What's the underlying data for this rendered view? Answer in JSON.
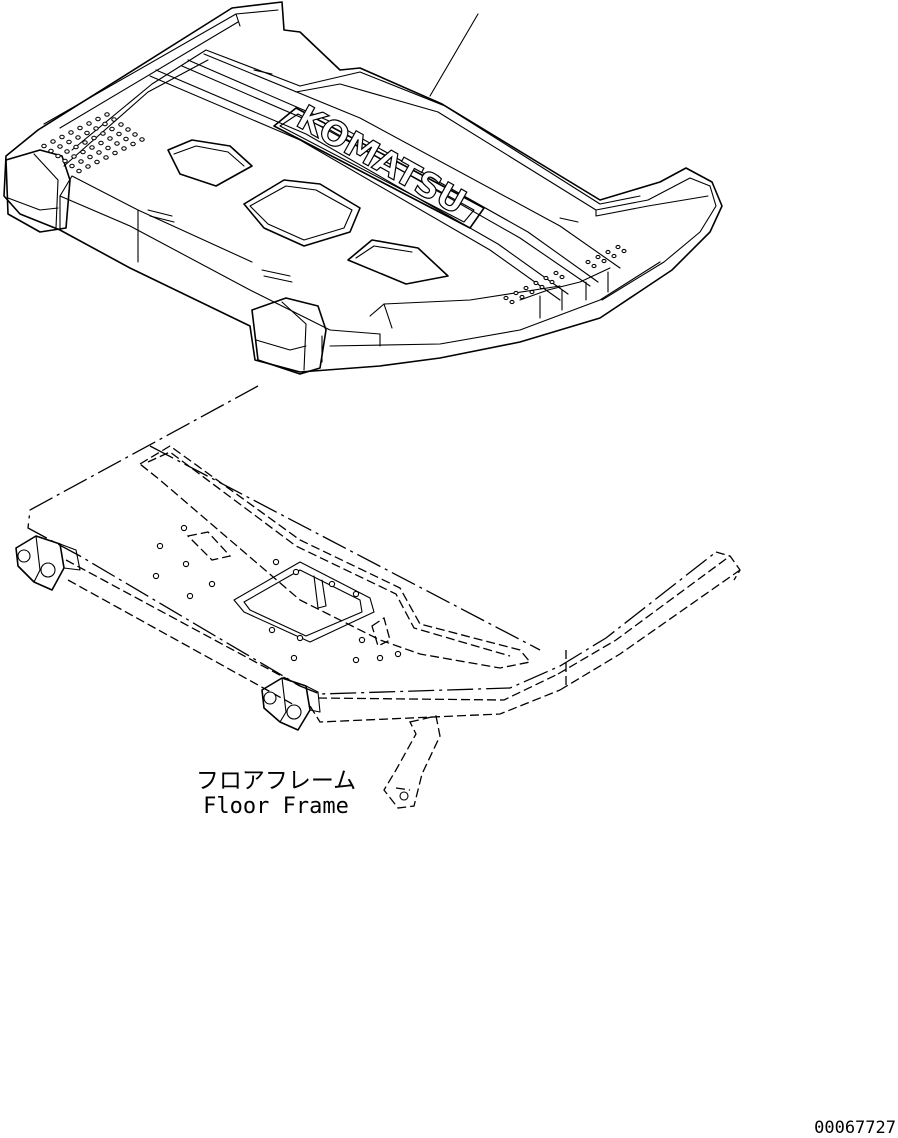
{
  "brand_logo_text": "KOMATSU",
  "labels": {
    "part_name_jp": "フロアフレーム",
    "part_name_en": "Floor Frame"
  },
  "figure_id": "00067727"
}
